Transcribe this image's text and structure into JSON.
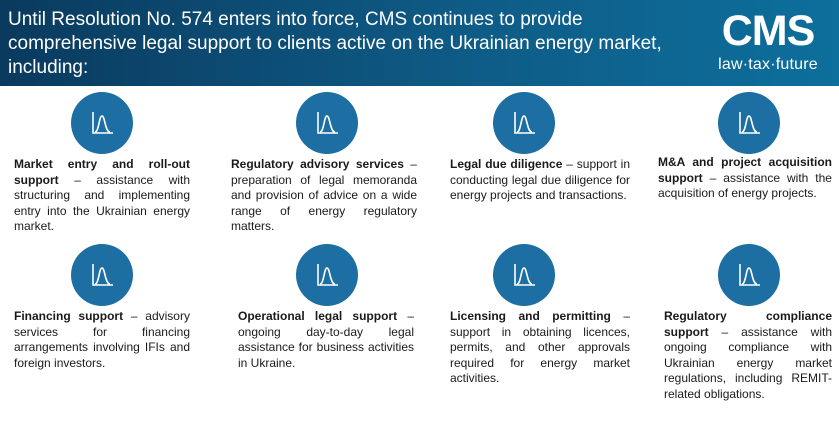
{
  "header": {
    "title": "Until Resolution No. 574 enters into  force, CMS continues to provide comprehensive legal support to clients active on the Ukrainian energy market, including:",
    "logo_mark": "CMS",
    "logo_tagline": "law·tax·future"
  },
  "icon_name": "chart-line-icon",
  "colors": {
    "header": "#0e5b86",
    "icon": "#1d6fa3"
  },
  "services": [
    {
      "title": "Market entry and roll-out support",
      "description": "– assistance with structuring and implementing entry into the Ukrainian energy market."
    },
    {
      "title": "Regulatory advisory services",
      "description": "– preparation of legal memoranda and provision of advice on a wide range of energy regulatory matters."
    },
    {
      "title": "Legal due diligence",
      "description": "– support in conducting legal due diligence for energy projects and transactions."
    },
    {
      "title": "M&A and project acquisition support",
      "description": "– assistance with the acquisition of energy projects."
    },
    {
      "title": "Financing support",
      "description": "– advisory services for financing arrangements involving IFIs and foreign investors."
    },
    {
      "title": "Operational legal support",
      "description": "– ongoing day-to-day legal assistance for business activities in Ukraine."
    },
    {
      "title": "Licensing and permitting",
      "description": "– support in obtaining licences, permits, and other approvals required for energy market activities."
    },
    {
      "title": "Regulatory compliance support",
      "description": "– assistance with ongoing compliance with Ukrainian energy market regulations, including REMIT-related obligations."
    }
  ]
}
